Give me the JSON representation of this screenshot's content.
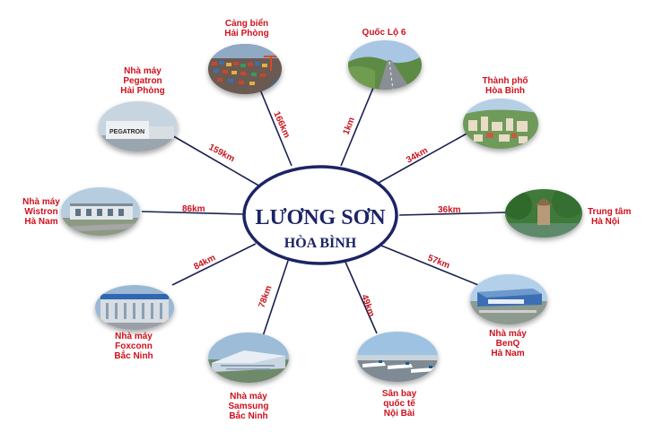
{
  "center": {
    "line1": "LƯƠNG SƠN",
    "line2": "HÒA BÌNH"
  },
  "nodes": {
    "haiphong_port": {
      "label": [
        "Cảng biển",
        "Hải Phòng"
      ],
      "distance": "166km",
      "icon": "port-photo"
    },
    "ql6": {
      "label": [
        "Quốc Lộ 6"
      ],
      "distance": "1km",
      "icon": "highway-photo"
    },
    "hoabinh_city": {
      "label": [
        "Thành phố",
        "Hòa Bình"
      ],
      "distance": "34km",
      "icon": "city-photo"
    },
    "hanoi": {
      "label": [
        "Trung tâm",
        "Hà Nội"
      ],
      "distance": "36km",
      "icon": "pagoda-photo"
    },
    "benq": {
      "label": [
        "Nhà máy",
        "BenQ",
        "Hà Nam"
      ],
      "distance": "57km",
      "icon": "factory-photo"
    },
    "noibai": {
      "label": [
        "Sân bay",
        "quốc tế",
        "Nội Bài"
      ],
      "distance": "49km",
      "icon": "airport-photo"
    },
    "samsung": {
      "label": [
        "Nhà máy",
        "Samsung",
        "Bắc Ninh"
      ],
      "distance": "78km",
      "icon": "factory-photo"
    },
    "foxconn": {
      "label": [
        "Nhà máy",
        "Foxconn",
        "Bắc Ninh"
      ],
      "distance": "84km",
      "icon": "factory-photo"
    },
    "wistron": {
      "label": [
        "Nhà máy",
        "Wistron",
        "Hà Nam"
      ],
      "distance": "86km",
      "icon": "factory-photo"
    },
    "pegatron": {
      "label": [
        "Nhà máy",
        "Pegatron",
        "Hải Phòng"
      ],
      "distance": "159km",
      "icon": "factory-photo",
      "sign": "PEGATRON"
    }
  },
  "colors": {
    "label": "#d0101c",
    "line": "#1a2050",
    "center": "#1c2466",
    "distance": "#c8141e"
  }
}
